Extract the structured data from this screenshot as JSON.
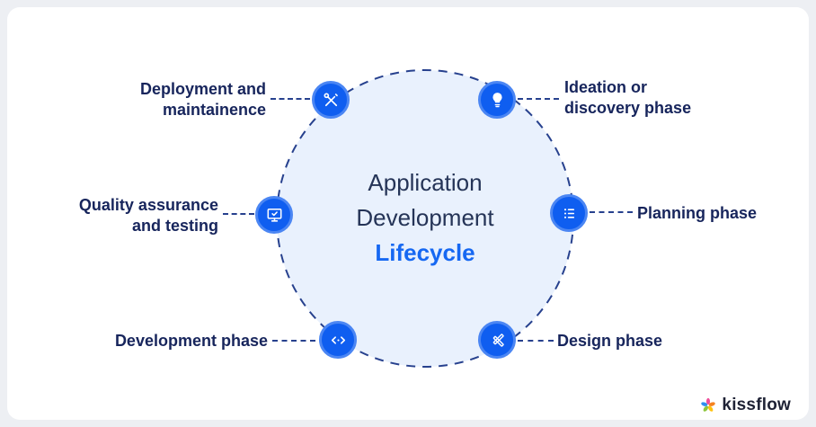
{
  "colors": {
    "accent_blue": "#1668f2",
    "navy_text": "#17255c",
    "circle_fill": "#e9f1fd",
    "dash_stroke": "#27418e",
    "icon_bg": "#0f5ef0",
    "card_bg": "#ffffff",
    "page_bg": "#edeff3"
  },
  "center": {
    "line1": "Application",
    "line2": "Development",
    "line3": "Lifecycle"
  },
  "nodes": [
    {
      "label": "Deployment and maintainence",
      "icon": "tools-icon"
    },
    {
      "label": "Ideation or discovery phase",
      "icon": "lightbulb-icon"
    },
    {
      "label": "Quality assurance and testing",
      "icon": "monitor-check-icon"
    },
    {
      "label": "Planning phase",
      "icon": "checklist-icon"
    },
    {
      "label": "Development phase",
      "icon": "code-icon"
    },
    {
      "label": "Design phase",
      "icon": "design-tools-icon"
    }
  ],
  "logo": {
    "text": "kissflow"
  }
}
